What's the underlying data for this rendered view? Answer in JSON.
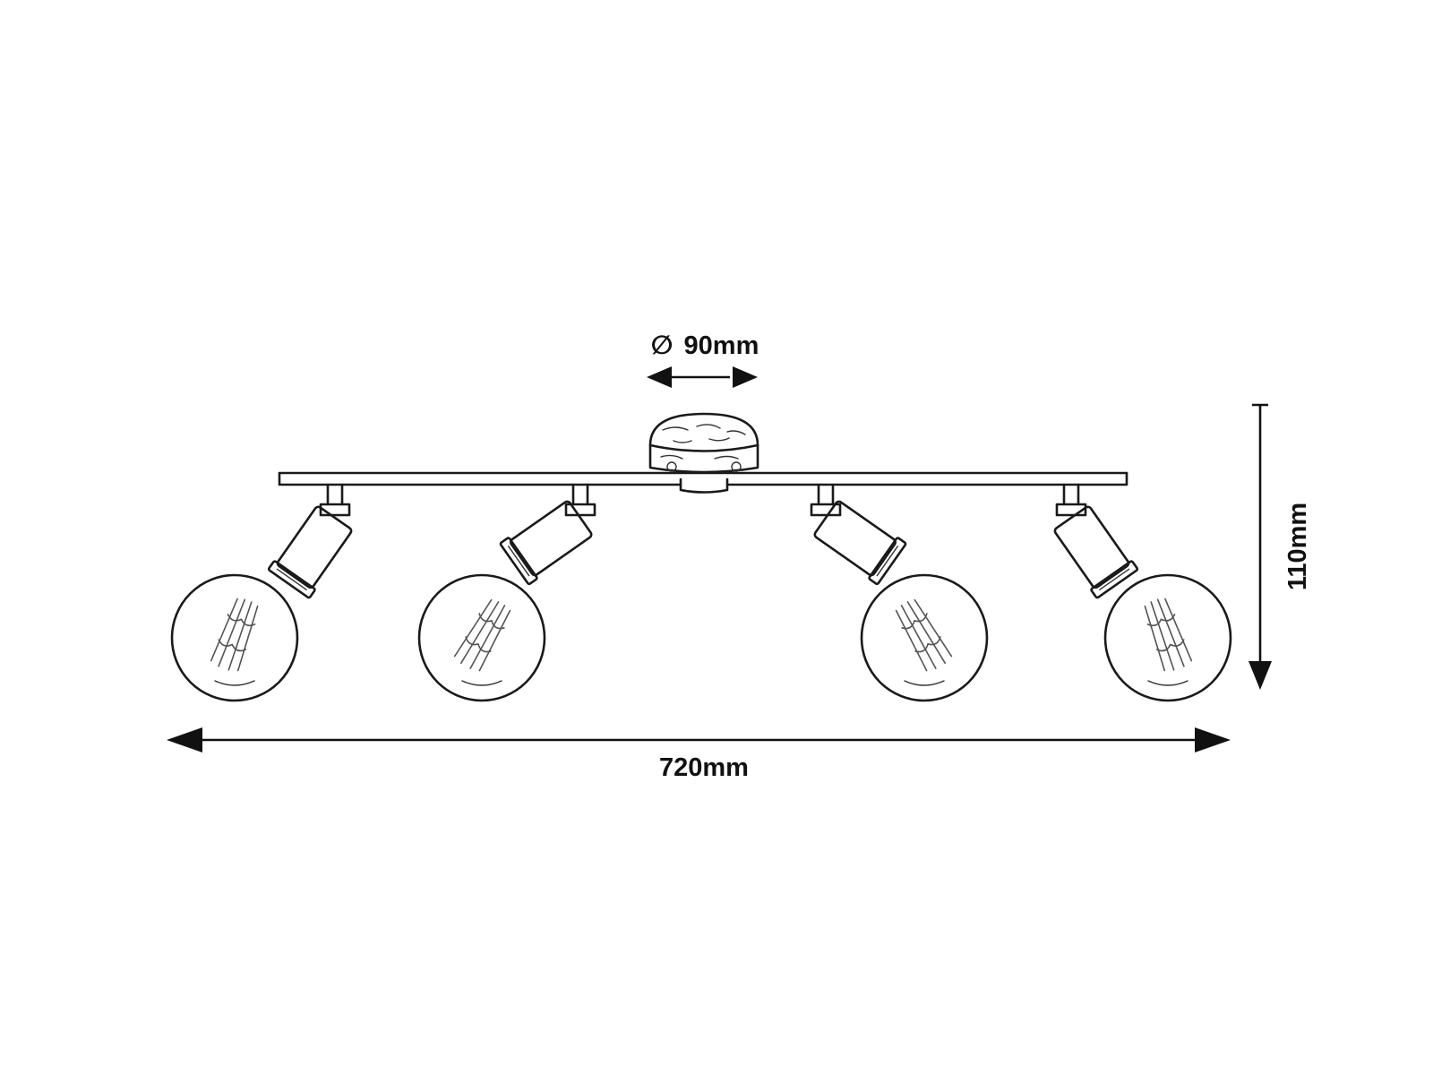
{
  "dimensions": {
    "diameter": {
      "symbol": "∅",
      "value": "90mm"
    },
    "height": {
      "value": "110mm"
    },
    "width": {
      "value": "720mm"
    }
  },
  "colors": {
    "line": "#1a1a1a",
    "background": "#ffffff"
  }
}
